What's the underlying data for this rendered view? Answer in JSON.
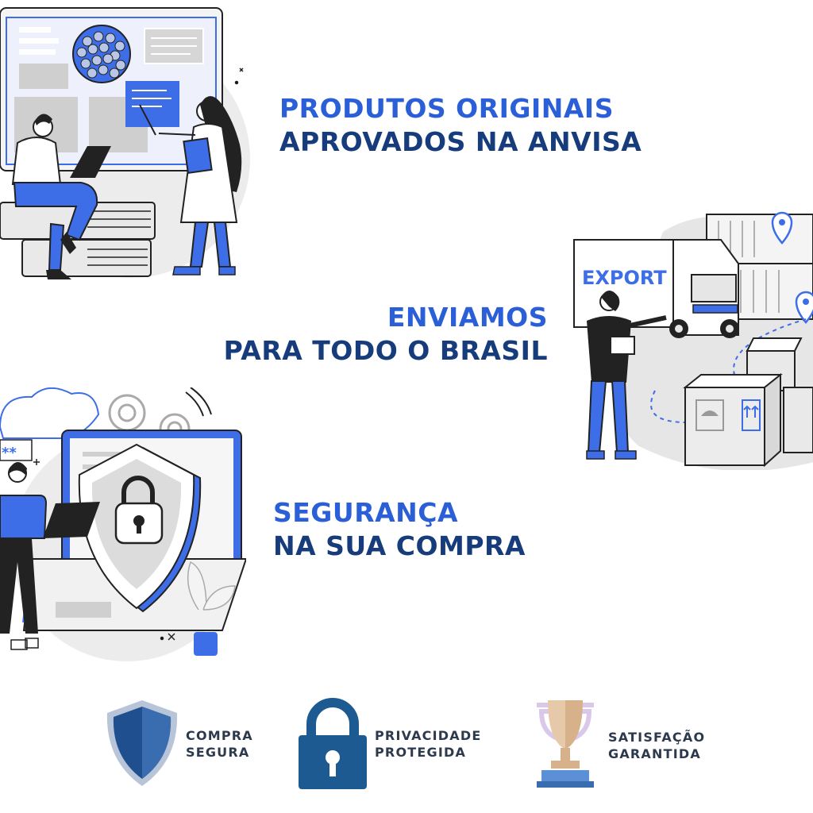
{
  "section1": {
    "line1": "PRODUTOS ORIGINAIS",
    "line2": "APROVADOS NA ANVISA"
  },
  "section2": {
    "line1": "ENVIAMOS",
    "line2": "PARA TODO O BRASIL",
    "truck_label": "EXPORT"
  },
  "section3": {
    "line1": "SEGURANÇA",
    "line2": "NA SUA COMPRA",
    "password_mask": "**"
  },
  "badges": [
    {
      "line1": "COMPRA",
      "line2": "SEGURA",
      "icon": "shield-icon"
    },
    {
      "line1": "PRIVACIDADE",
      "line2": "PROTEGIDA",
      "icon": "padlock-icon"
    },
    {
      "line1": "SATISFAÇÃO",
      "line2": "GARANTIDA",
      "icon": "trophy-icon"
    }
  ],
  "colors": {
    "blue": "#2a5fd8",
    "navy": "#173c7c",
    "illustration_blue": "#3d6ee8",
    "gray": "#d9d9d9"
  }
}
